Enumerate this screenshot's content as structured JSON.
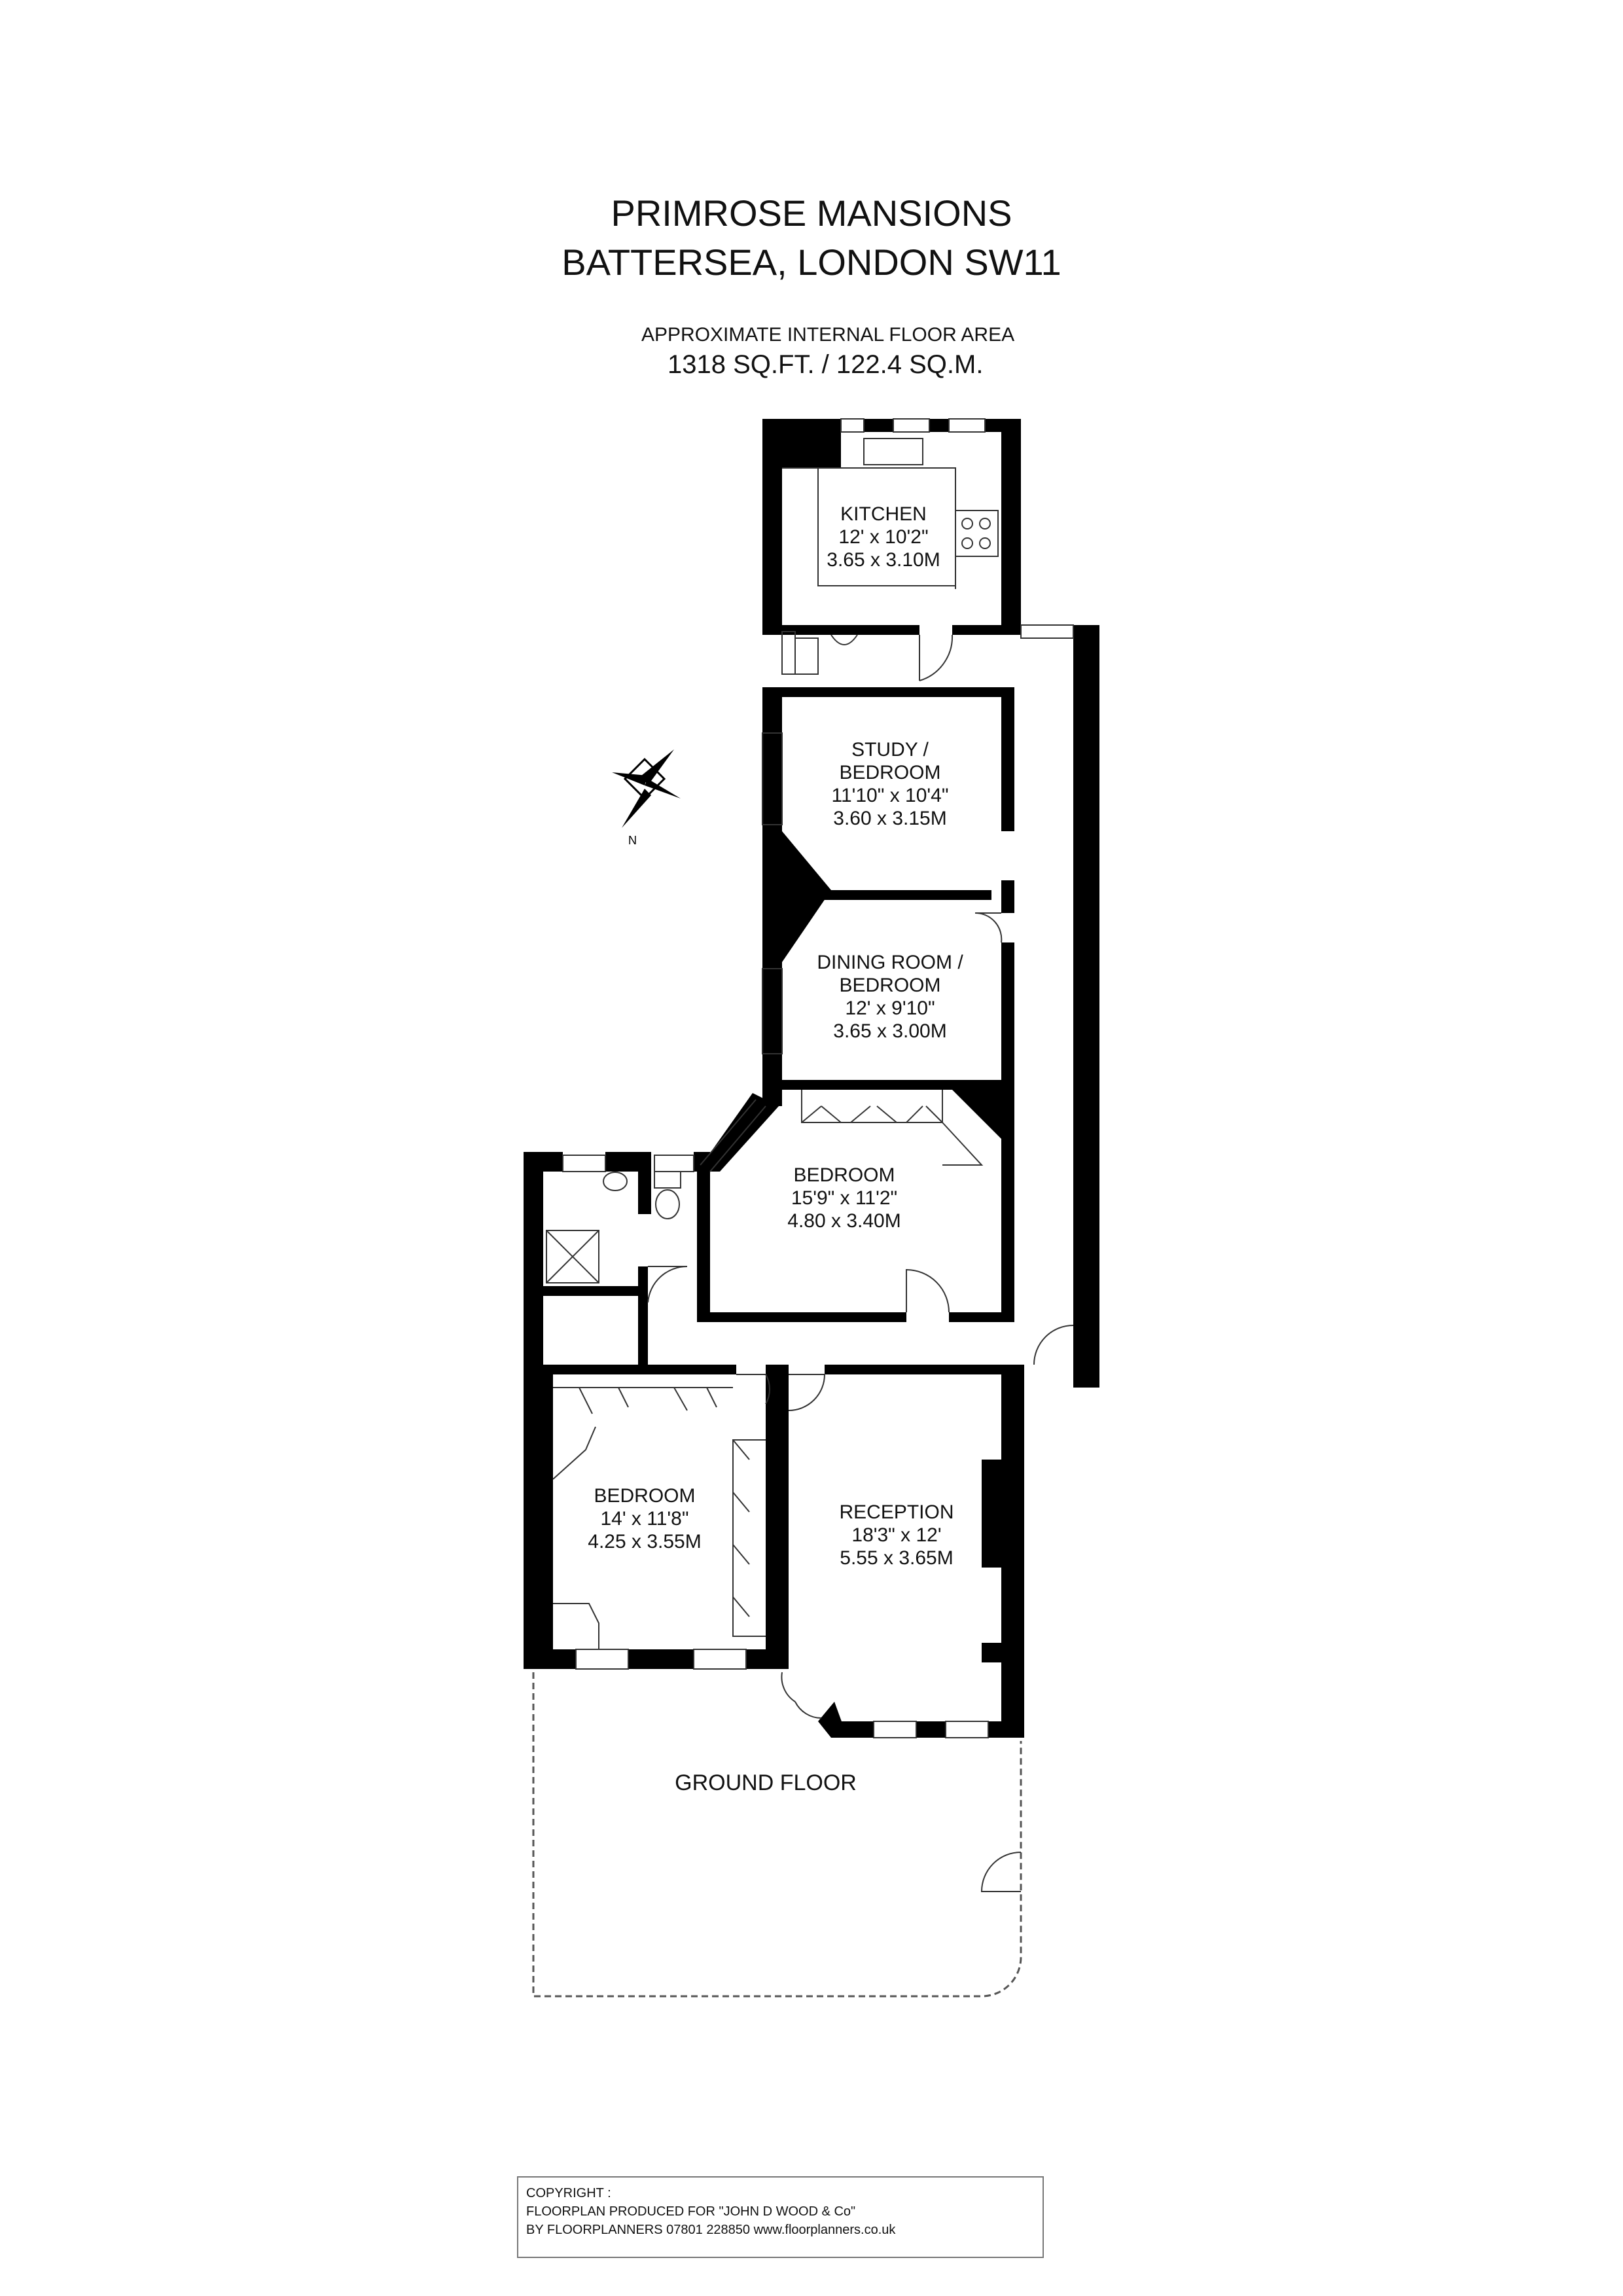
{
  "header": {
    "title_line1": "PRIMROSE MANSIONS",
    "title_line2": "BATTERSEA, LONDON SW11",
    "area_caption": "APPROXIMATE INTERNAL FLOOR AREA",
    "area_value": "1318 SQ.FT. / 122.4 SQ.M."
  },
  "compass": {
    "label": "N"
  },
  "rooms": {
    "kitchen": {
      "name": "KITCHEN",
      "imperial": "12' x 10'2\"",
      "metric": "3.65 x 3.10M"
    },
    "study": {
      "name1": "STUDY /",
      "name2": "BEDROOM",
      "imperial": "11'10\" x 10'4\"",
      "metric": "3.60 x 3.15M"
    },
    "dining": {
      "name1": "DINING ROOM /",
      "name2": "BEDROOM",
      "imperial": "12' x 9'10\"",
      "metric": "3.65 x 3.00M"
    },
    "bedroom_mid": {
      "name": "BEDROOM",
      "imperial": "15'9\" x 11'2\"",
      "metric": "4.80 x 3.40M"
    },
    "bedroom_low": {
      "name": "BEDROOM",
      "imperial": "14' x 11'8\"",
      "metric": "4.25 x 3.55M"
    },
    "reception": {
      "name": "RECEPTION",
      "imperial": "18'3\" x 12'",
      "metric": "5.55 x 3.65M"
    }
  },
  "floor_label": "GROUND FLOOR",
  "copyright": {
    "line1": "COPYRIGHT :",
    "line2": "FLOORPLAN PRODUCED FOR \"JOHN D WOOD & Co\"",
    "line3": "BY FLOORPLANNERS 07801 228850 www.floorplanners.co.uk"
  },
  "colors": {
    "wall": "#000000",
    "line": "#333333",
    "background": "#ffffff"
  }
}
